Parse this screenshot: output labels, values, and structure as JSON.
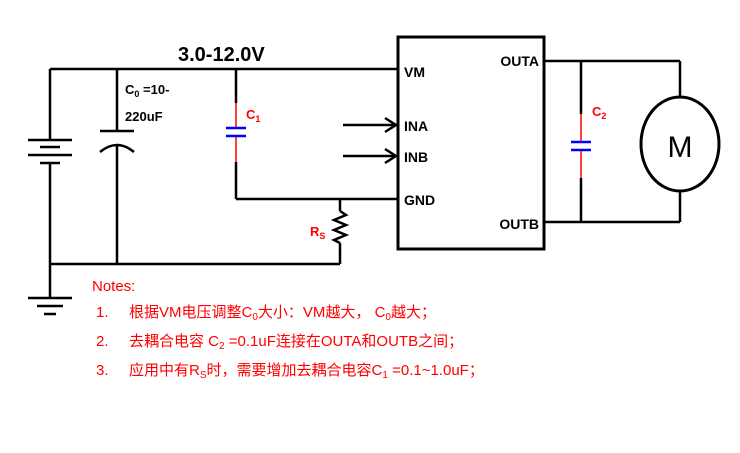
{
  "supply_voltage": "3.0-12.0V",
  "c0_label": {
    "name": "C",
    "sub": "0",
    "line1_rest": " =10-",
    "line2": "220uF"
  },
  "c1_label": {
    "name": "C",
    "sub": "1"
  },
  "c2_label": {
    "name": "C",
    "sub": "2"
  },
  "rs_label": {
    "name": "R",
    "sub": "S"
  },
  "motor_label": "M",
  "chip_pins": {
    "vm": "VM",
    "ina": "INA",
    "inb": "INB",
    "gnd": "GND",
    "outa": "OUTA",
    "outb": "OUTB"
  },
  "notes": {
    "title": "Notes:",
    "items": [
      {
        "num": "1.",
        "parts": [
          "根据VM电压调整C",
          "0",
          "大小：VM越大， C",
          "0",
          "越大；"
        ]
      },
      {
        "num": "2.",
        "parts": [
          "去耦合电容 C",
          "2",
          " =0.1uF连接在OUTA和OUTB之间；"
        ]
      },
      {
        "num": "3.",
        "parts": [
          "应用中有R",
          "S",
          "时，需要增加去耦合电容C",
          "1",
          " =0.1~1.0uF；"
        ]
      }
    ]
  },
  "colors": {
    "wire": "#000000",
    "note_text": "#ff0000",
    "capacitor_plate": "#0000ff",
    "capacitor_lead": "#ff0000"
  }
}
